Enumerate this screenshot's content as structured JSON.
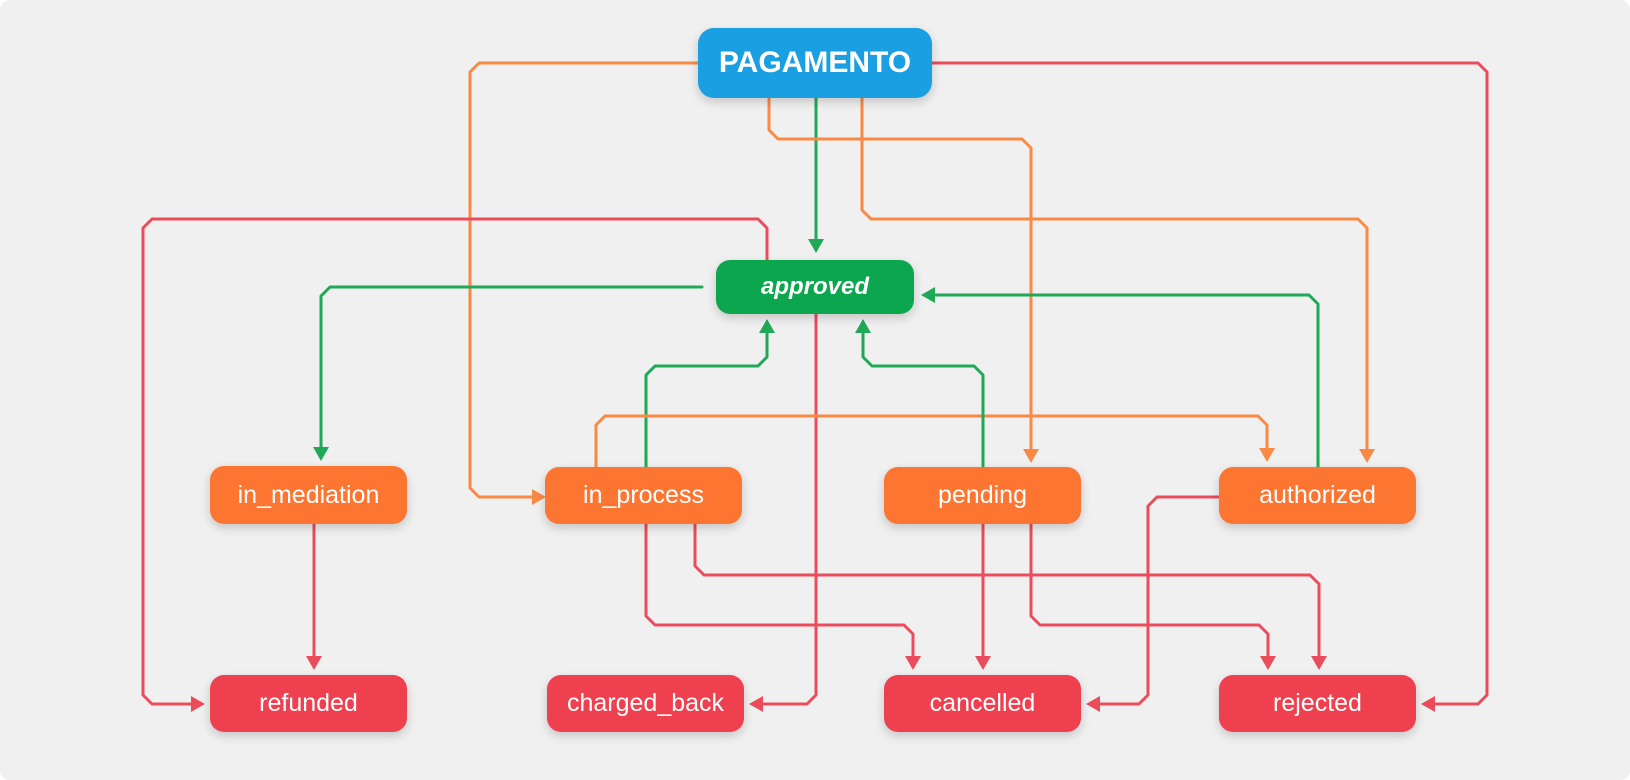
{
  "colors": {
    "root": "#1a9fe3",
    "approved": "#0ba64d",
    "pending_group": "#fc7631",
    "final": "#ef404f",
    "edge_green": "#1fa957",
    "edge_orange": "#f98a45",
    "edge_red": "#ea4c5c"
  },
  "nodes": {
    "pagamento": "PAGAMENTO",
    "approved": "approved",
    "in_mediation": "in_mediation",
    "in_process": "in_process",
    "pending": "pending",
    "authorized": "authorized",
    "refunded": "refunded",
    "charged_back": "charged_back",
    "cancelled": "cancelled",
    "rejected": "rejected"
  },
  "edges": [
    {
      "from": "pagamento",
      "to": "approved",
      "color": "green"
    },
    {
      "from": "pagamento",
      "to": "in_process",
      "color": "orange"
    },
    {
      "from": "pagamento",
      "to": "pending",
      "color": "orange"
    },
    {
      "from": "pagamento",
      "to": "authorized",
      "color": "orange"
    },
    {
      "from": "pagamento",
      "to": "rejected",
      "color": "red"
    },
    {
      "from": "approved",
      "to": "in_mediation",
      "color": "green"
    },
    {
      "from": "approved",
      "to": "refunded",
      "color": "red"
    },
    {
      "from": "approved",
      "to": "charged_back",
      "color": "red"
    },
    {
      "from": "in_process",
      "to": "approved",
      "color": "green"
    },
    {
      "from": "in_process",
      "to": "authorized",
      "color": "orange"
    },
    {
      "from": "in_process",
      "to": "cancelled",
      "color": "red"
    },
    {
      "from": "in_process",
      "to": "rejected",
      "color": "red"
    },
    {
      "from": "pending",
      "to": "approved",
      "color": "green"
    },
    {
      "from": "pending",
      "to": "cancelled",
      "color": "red"
    },
    {
      "from": "pending",
      "to": "rejected",
      "color": "red"
    },
    {
      "from": "authorized",
      "to": "approved",
      "color": "green"
    },
    {
      "from": "authorized",
      "to": "cancelled",
      "color": "red"
    },
    {
      "from": "in_mediation",
      "to": "refunded",
      "color": "red"
    }
  ]
}
